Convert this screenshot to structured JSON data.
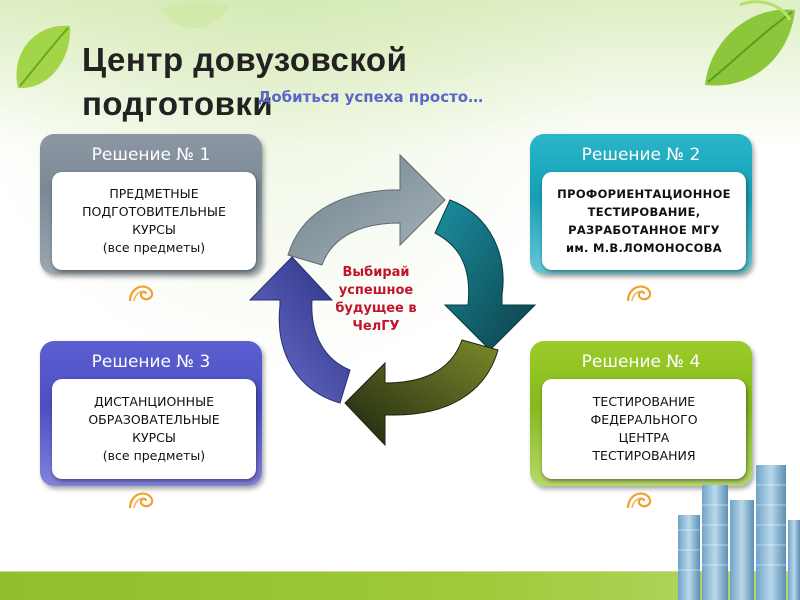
{
  "title_lines": [
    "Центр довузовской",
    "подготовки"
  ],
  "subtitle": "Добиться успеха просто…",
  "center_text": [
    "Выбирай",
    "успешное",
    "будущее в ЧелГУ"
  ],
  "cards": [
    {
      "heading": "Решение № 1",
      "lines": [
        "ПРЕДМЕТНЫЕ",
        "ПОДГОТОВИТЕЛЬНЫЕ",
        "КУРСЫ",
        "(все предметы)"
      ],
      "color": "#7c8994"
    },
    {
      "heading": "Решение № 2",
      "lines": [
        "ПРОФОРИЕНТАЦИОННОЕ",
        "ТЕСТИРОВАНИЕ,",
        "РАЗРАБОТАННОЕ МГУ",
        "им. М.В.ЛОМОНОСОВА"
      ],
      "color": "#169fb5"
    },
    {
      "heading": "Решение № 3",
      "lines": [
        "ДИСТАНЦИОННЫЕ",
        "ОБРАЗОВАТЕЛЬНЫЕ",
        "КУРСЫ",
        "(все предметы)"
      ],
      "color": "#4b4fc2"
    },
    {
      "heading": "Решение № 4",
      "lines": [
        "ТЕСТИРОВАНИЕ",
        "ФЕДЕРАЛЬНОГО",
        "ЦЕНТРА",
        "ТЕСТИРОВАНИЯ"
      ],
      "color": "#86b91d"
    }
  ],
  "colors": {
    "title": "#222222",
    "subtitle": "#5a66c8",
    "center_text": "#c0152b",
    "spiral": "#f0a030",
    "arrow_gray": "#8a9aa6",
    "arrow_teal": "#177f8f",
    "arrow_olive": "#4d5a1a",
    "arrow_blue": "#4a50b0",
    "bottom_bar": "#9fca3a"
  },
  "icons": [
    "leaf-icon",
    "spiral-logo-icon",
    "buildings-image",
    "cycle-arrows-diagram"
  ]
}
